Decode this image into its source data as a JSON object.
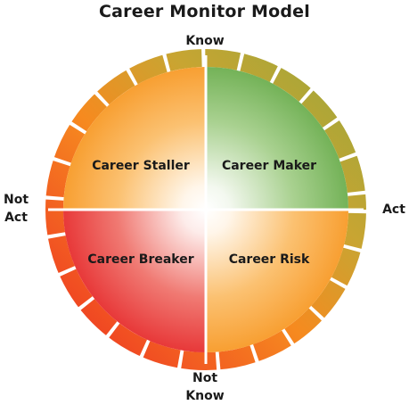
{
  "title": "Career Monitor Model",
  "axes": {
    "top": "Know",
    "bottom_line1": "Not",
    "bottom_line2": "Know",
    "left_line1": "Not",
    "left_line2": "Act",
    "right": "Act"
  },
  "quadrants": {
    "top_left": "Career Staller",
    "top_right": "Career Maker",
    "bottom_left": "Career Breaker",
    "bottom_right": "Career Risk"
  },
  "colors": {
    "staller": "#f7941d",
    "maker": "#6aad45",
    "breaker": "#e62428",
    "risk": "#f7941d",
    "rim_orange": "#f26522",
    "rim_olive": "#a9a93a"
  }
}
